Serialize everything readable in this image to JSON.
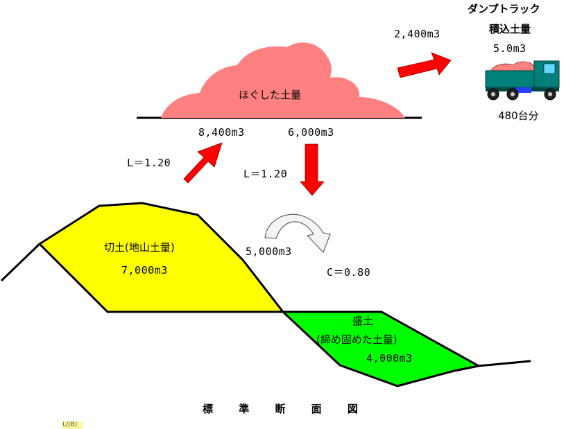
{
  "diagram": {
    "title": "標 準 断 面 図",
    "loosened": {
      "label": "ほぐした土量",
      "left_volume": "8,400m3",
      "right_volume": "6,000m3",
      "to_truck_volume": "2,400m3"
    },
    "cut": {
      "label": "切土(地山土量)",
      "volume": "7,000m3",
      "factor_label": "L＝1.20"
    },
    "fill": {
      "label": "盛土",
      "sublabel": "(締め固めた土量)",
      "volume": "4,000m3"
    },
    "middle": {
      "factor_label": "L＝1.20",
      "volume": "5,000m3",
      "compaction_label": "C＝0.80"
    },
    "truck": {
      "title": "ダンプトラック",
      "subtitle": "積込土量",
      "capacity": "5.0m3",
      "count": "480台分"
    },
    "note_tab": "L/(B)",
    "colors": {
      "loosened_fill": "#ff8080",
      "cut_fill": "#ffff00",
      "fill_fill": "#00ff00",
      "arrow": "#ff0000",
      "truck_body": "#00807a"
    }
  }
}
